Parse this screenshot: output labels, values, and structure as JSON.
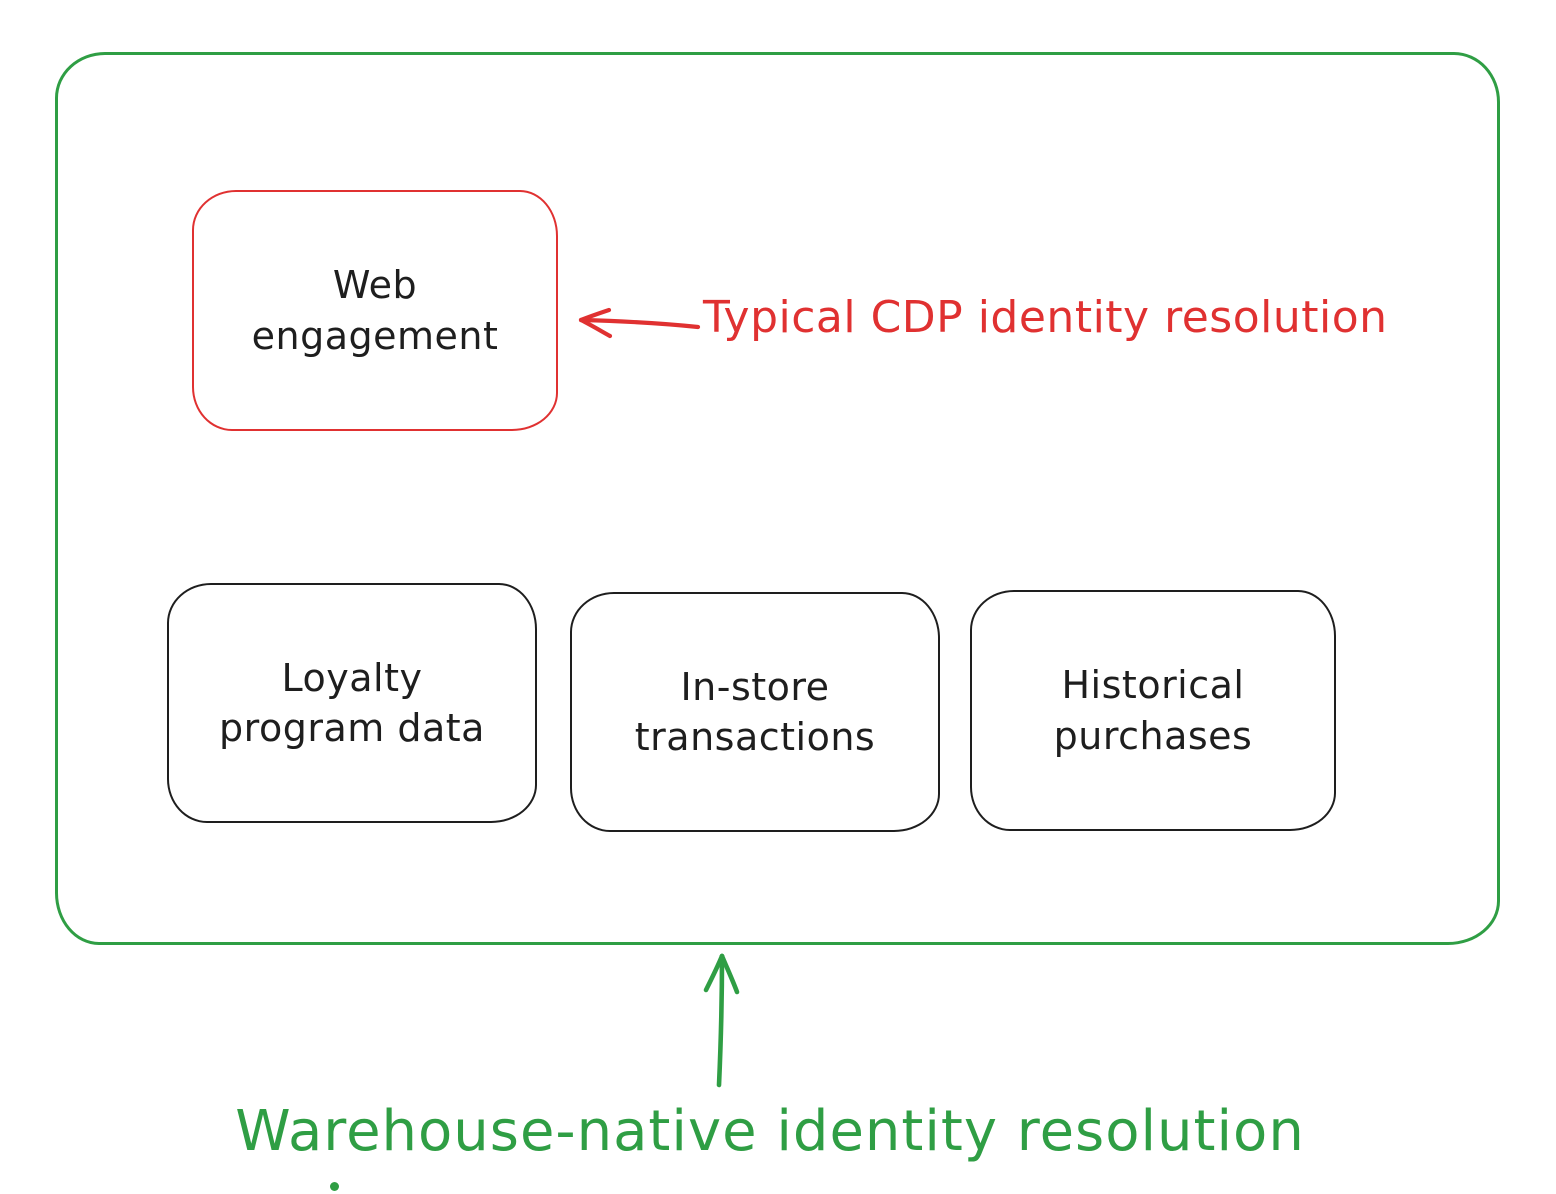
{
  "diagram": {
    "style": "hand-drawn",
    "background": "#ffffff",
    "colors": {
      "warehouse_green": "#2f9e44",
      "cdp_red": "#e03131",
      "ink_black": "#1e1e1e"
    },
    "container": {
      "name": "warehouse-native-scope",
      "border_color": "#2f9e44"
    },
    "nodes": [
      {
        "name": "web-engagement",
        "lines": [
          "Web",
          "engagement"
        ],
        "border_color": "#e03131",
        "text_color": "#1e1e1e"
      },
      {
        "name": "loyalty-program-data",
        "lines": [
          "Loyalty",
          "program data"
        ],
        "border_color": "#1e1e1e",
        "text_color": "#1e1e1e"
      },
      {
        "name": "in-store-transactions",
        "lines": [
          "In-store",
          "transactions"
        ],
        "border_color": "#1e1e1e",
        "text_color": "#1e1e1e"
      },
      {
        "name": "historical-purchases",
        "lines": [
          "Historical",
          "purchases"
        ],
        "border_color": "#1e1e1e",
        "text_color": "#1e1e1e"
      }
    ],
    "annotations": [
      {
        "name": "typical-cdp-identity-resolution",
        "text": "Typical CDP identity resolution",
        "color": "#e03131",
        "arrow_direction": "left",
        "points_to": "web-engagement"
      },
      {
        "name": "warehouse-native-identity-resolution",
        "text": "Warehouse-native identity resolution",
        "color": "#2f9e44",
        "arrow_direction": "up",
        "points_to": "warehouse-native-scope"
      }
    ]
  }
}
